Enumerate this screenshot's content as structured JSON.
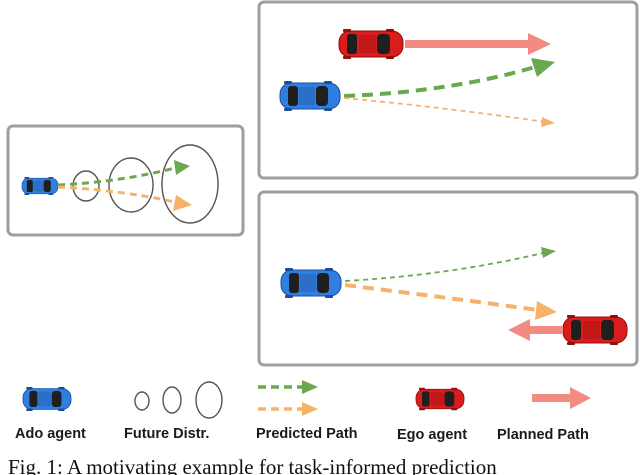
{
  "legend": {
    "ado_agent": "Ado agent",
    "future_distr": "Future Distr.",
    "predicted_path": "Predicted Path",
    "ego_agent": "Ego agent",
    "planned_path": "Planned Path"
  },
  "caption": {
    "text": "Fig. 1: A motivating example for task-informed prediction"
  },
  "colors": {
    "ado_car": "#2f7fe0",
    "ego_car": "#d91c1c",
    "predicted_green": "#6aa84f",
    "predicted_orange": "#f6b26b",
    "planned_path": "#f28b82",
    "panel_border": "#9e9e9e",
    "ellipse_stroke": "#555555"
  }
}
